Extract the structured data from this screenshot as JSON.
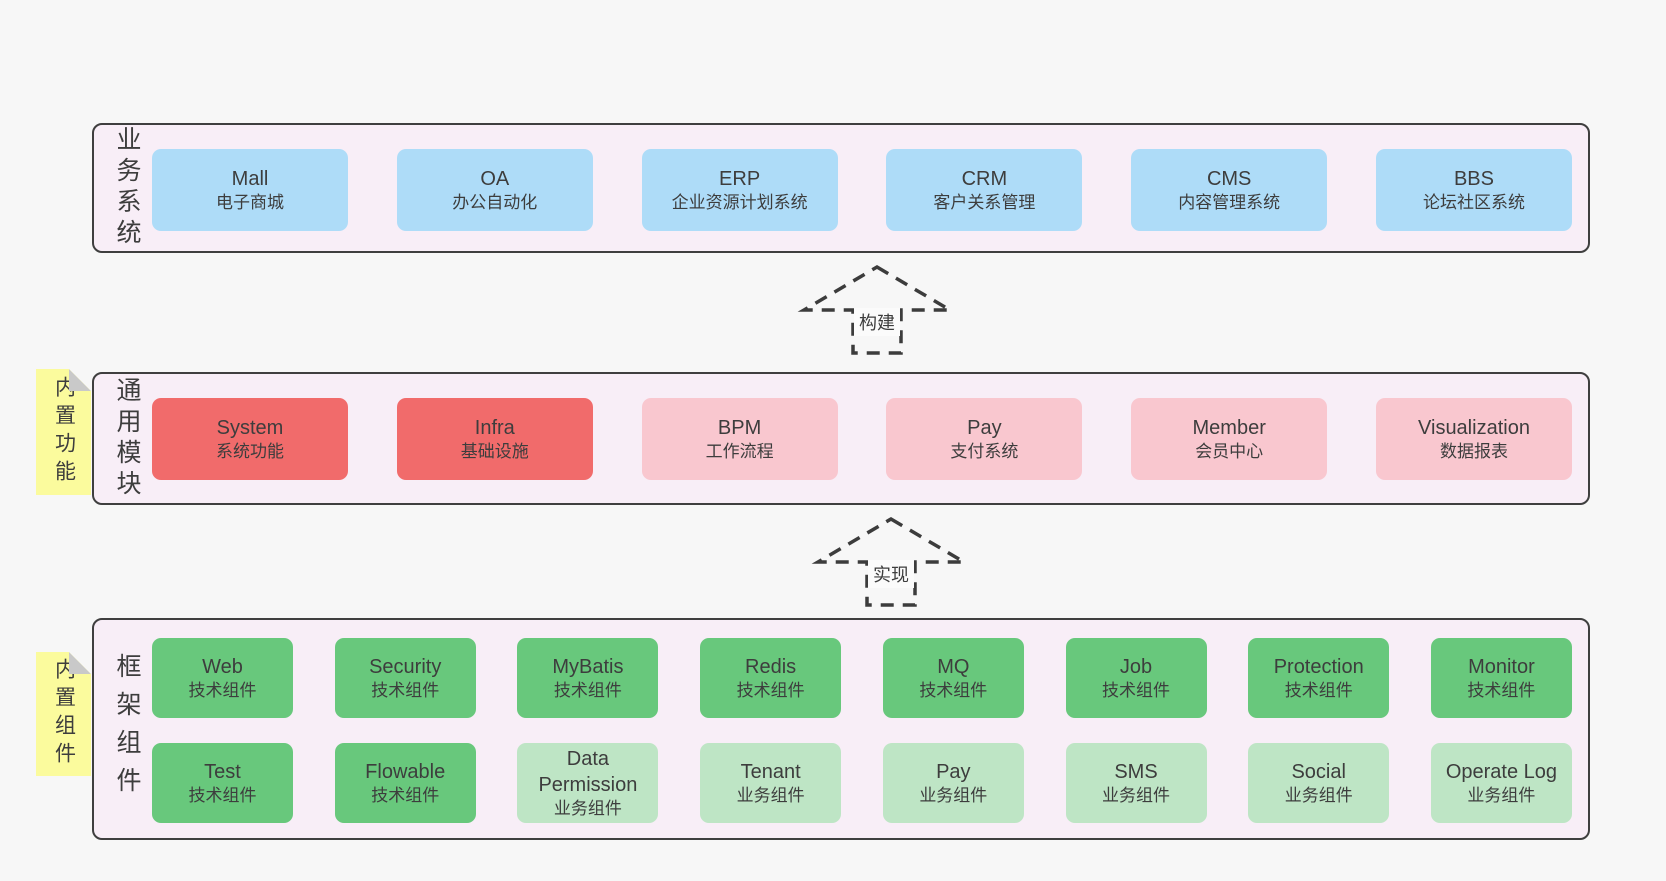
{
  "colors": {
    "page_bg": "#f7f7f7",
    "container_bg": "#f8eef7",
    "container_border": "#3f3f3f",
    "blue": "#aedcf8",
    "red": "#f16b6b",
    "pink": "#f9c7cf",
    "green_dark": "#68c87c",
    "green_light": "#bee5c5",
    "note_yellow": "#fbfb9d",
    "note_fold": "#c9c9c9",
    "text": "#3d3d3d"
  },
  "arrows": [
    {
      "label": "构建"
    },
    {
      "label": "实现"
    }
  ],
  "layers": [
    {
      "label": "业务系统",
      "note": null,
      "rows": [
        [
          {
            "name": "Mall",
            "desc": "电子商城",
            "type": "blue"
          },
          {
            "name": "OA",
            "desc": "办公自动化",
            "type": "blue"
          },
          {
            "name": "ERP",
            "desc": "企业资源计划系统",
            "type": "blue"
          },
          {
            "name": "CRM",
            "desc": "客户关系管理",
            "type": "blue"
          },
          {
            "name": "CMS",
            "desc": "内容管理系统",
            "type": "blue"
          },
          {
            "name": "BBS",
            "desc": "论坛社区系统",
            "type": "blue"
          }
        ]
      ]
    },
    {
      "label": "通用模块",
      "note": "内置功能",
      "rows": [
        [
          {
            "name": "System",
            "desc": "系统功能",
            "type": "red"
          },
          {
            "name": "Infra",
            "desc": "基础设施",
            "type": "red"
          },
          {
            "name": "BPM",
            "desc": "工作流程",
            "type": "pink"
          },
          {
            "name": "Pay",
            "desc": "支付系统",
            "type": "pink"
          },
          {
            "name": "Member",
            "desc": "会员中心",
            "type": "pink"
          },
          {
            "name": "Visualization",
            "desc": "数据报表",
            "type": "pink"
          }
        ]
      ]
    },
    {
      "label": "框架组件",
      "note": "内置组件",
      "rows": [
        [
          {
            "name": "Web",
            "desc": "技术组件",
            "type": "green_dark"
          },
          {
            "name": "Security",
            "desc": "技术组件",
            "type": "green_dark"
          },
          {
            "name": "MyBatis",
            "desc": "技术组件",
            "type": "green_dark"
          },
          {
            "name": "Redis",
            "desc": "技术组件",
            "type": "green_dark"
          },
          {
            "name": "MQ",
            "desc": "技术组件",
            "type": "green_dark"
          },
          {
            "name": "Job",
            "desc": "技术组件",
            "type": "green_dark"
          },
          {
            "name": "Protection",
            "desc": "技术组件",
            "type": "green_dark"
          },
          {
            "name": "Monitor",
            "desc": "技术组件",
            "type": "green_dark"
          }
        ],
        [
          {
            "name": "Test",
            "desc": "技术组件",
            "type": "green_dark"
          },
          {
            "name": "Flowable",
            "desc": "技术组件",
            "type": "green_dark"
          },
          {
            "name": "Data Permission",
            "desc": "业务组件",
            "type": "green_light"
          },
          {
            "name": "Tenant",
            "desc": "业务组件",
            "type": "green_light"
          },
          {
            "name": "Pay",
            "desc": "业务组件",
            "type": "green_light"
          },
          {
            "name": "SMS",
            "desc": "业务组件",
            "type": "green_light"
          },
          {
            "name": "Social",
            "desc": "业务组件",
            "type": "green_light"
          },
          {
            "name": "Operate Log",
            "desc": "业务组件",
            "type": "green_light"
          }
        ]
      ]
    }
  ]
}
